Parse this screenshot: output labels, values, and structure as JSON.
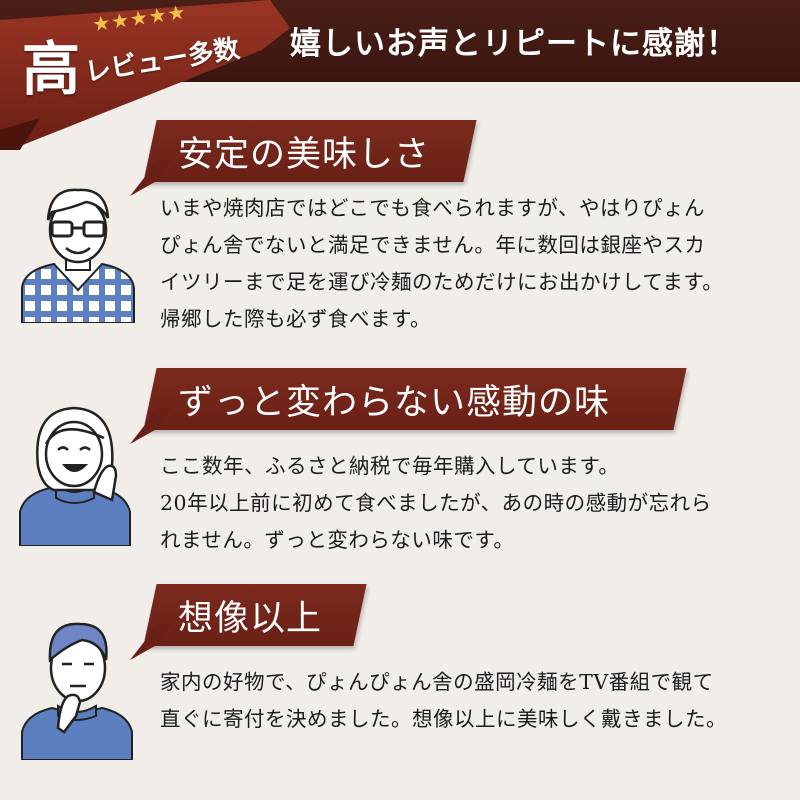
{
  "header": {
    "title": "嬉しいお声とリピートに感謝！",
    "badge_big": "高",
    "badge_stars": "★★★★★",
    "badge_small": "レビュー多数",
    "background": "#3f1a12",
    "ribbon_color": "#7e2b1e"
  },
  "reviews": [
    {
      "title": "安定の美味しさ",
      "avatar": "man-glasses-checked-shirt-icon",
      "lines": [
        "いまや焼肉店ではどこでも食べられますが、やはりぴょん",
        "ぴょん舎でないと満足できません。年に数回は銀座やスカ",
        "イツリーまで足を運び冷麺のためだけにお出かけしてます。",
        "帰郷した際も必ず食べます。"
      ]
    },
    {
      "title": "ずっと変わらない感動の味",
      "avatar": "smiling-woman-icon",
      "lines": [
        "ここ数年、ふるさと納税で毎年購入しています。",
        "20年以上前に初めて食べましたが、あの時の感動が忘れら",
        "れません。ずっと変わらない味です。"
      ]
    },
    {
      "title": "想像以上",
      "avatar": "thinking-man-icon",
      "lines": [
        "家内の好物で、ぴょんぴょん舎の盛岡冷麺をTV番組で観て",
        "直ぐに寄付を決めました。想像以上に美味しく戴きました。"
      ]
    }
  ],
  "colors": {
    "banner": "#6f2418",
    "page_background": "#f1eeea",
    "text": "#1b1b1b",
    "shirt_blue": "#5c7fc0"
  }
}
